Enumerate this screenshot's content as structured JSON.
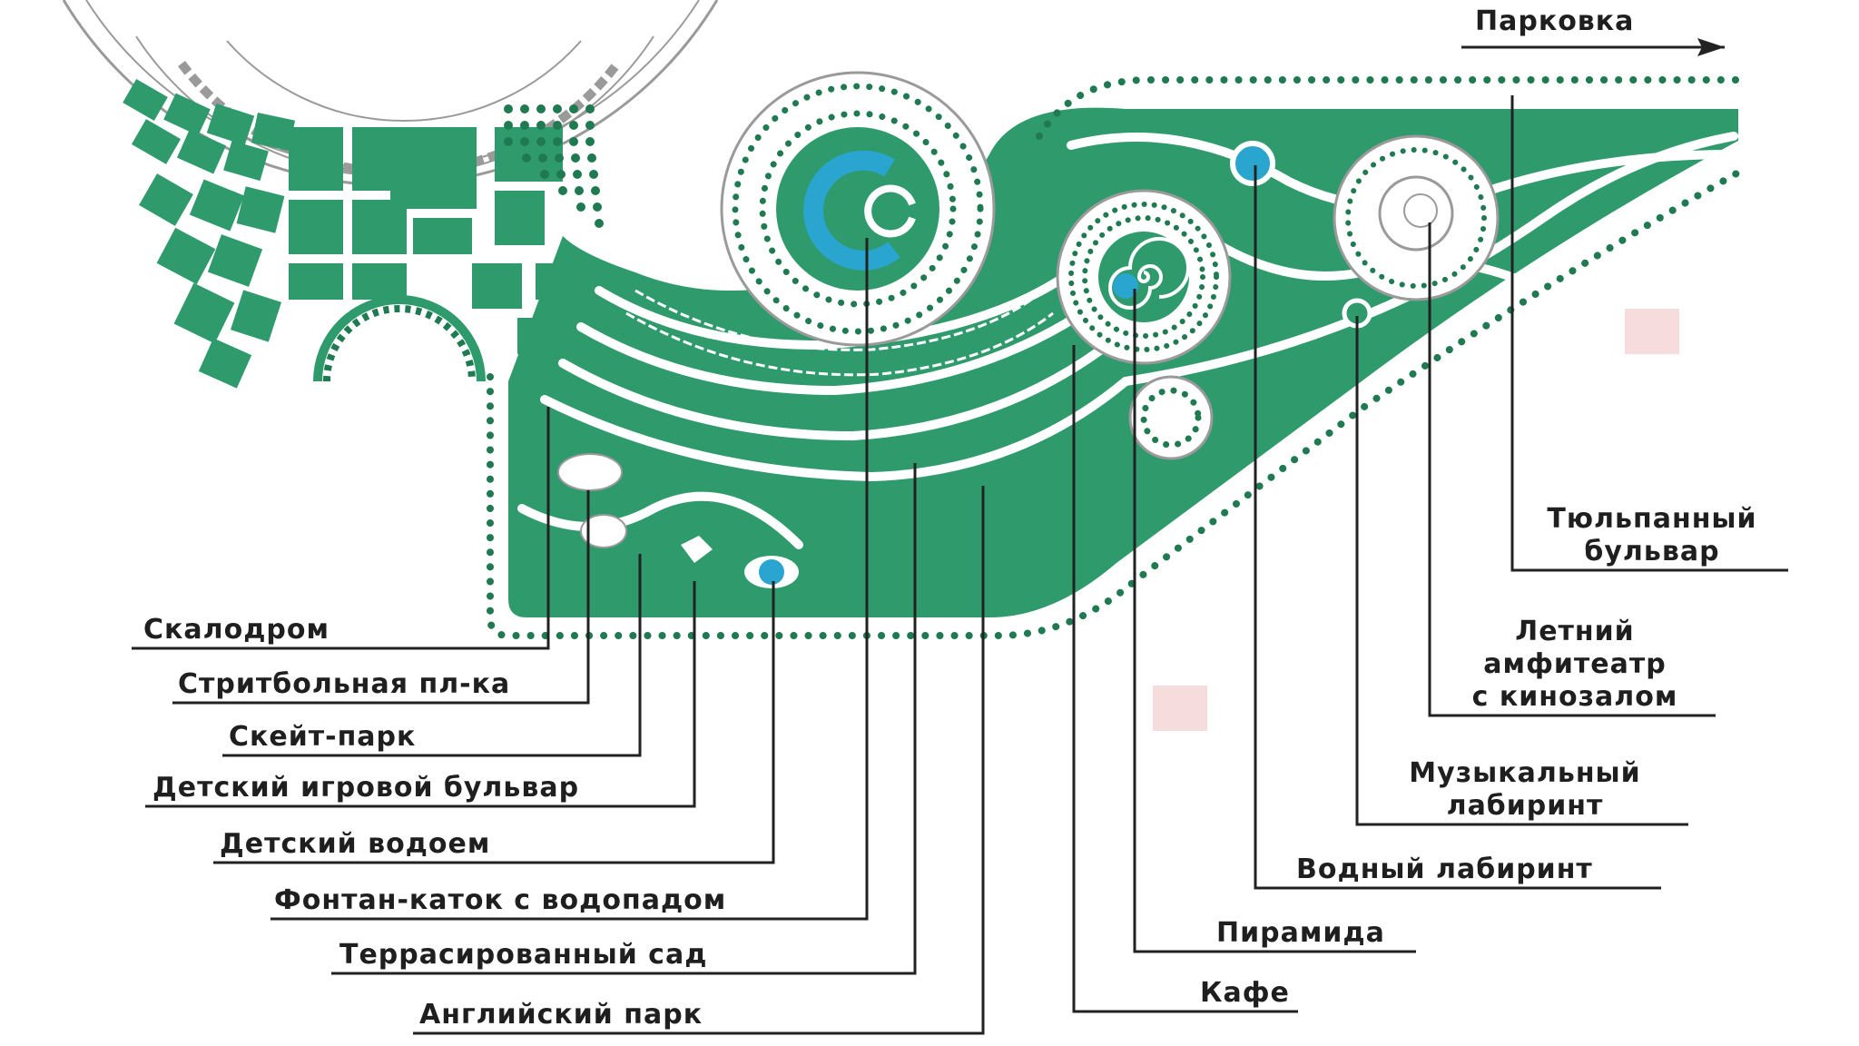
{
  "parking": {
    "label": "Парковка"
  },
  "labels": {
    "skalodrom": "Скалодром",
    "streetball": "Стритбольная пл-ка",
    "skatepark": "Скейт-парк",
    "kids_boulevard": "Детский игровой бульвар",
    "kids_pond": "Детский водоем",
    "fountain_rink": "Фонтан-каток с водопадом",
    "terraced_garden": "Террасированный сад",
    "english_park": "Английский парк",
    "tulip_boulevard_1": "Тюльпанный",
    "tulip_boulevard_2": "бульвар",
    "amphitheater_1": "Летний",
    "amphitheater_2": "амфитеатр",
    "amphitheater_3": "с кинозалом",
    "music_labyrinth_1": "Музыкальный",
    "music_labyrinth_2": "лабиринт",
    "water_labyrinth": "Водный лабиринт",
    "pyramid": "Пирамида",
    "cafe": "Кафе"
  },
  "colors": {
    "park_green": "#2f9a6c",
    "path_white": "#ffffff",
    "outline_gray": "#8a8a8a",
    "water_blue": "#2aa5d0",
    "dot_green": "#1f7a52",
    "line_dark": "#222222"
  }
}
